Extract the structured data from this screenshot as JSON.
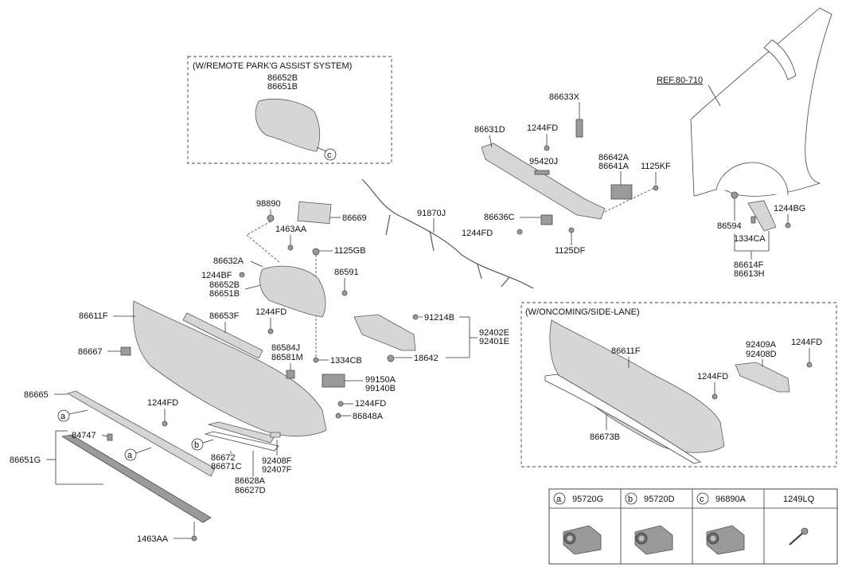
{
  "boxes": {
    "remote_park": "(W/REMOTE PARK'G ASSIST SYSTEM)",
    "oncoming": "(W/ONCOMING/SIDE-LANE)"
  },
  "ref_label": "REF.80-710",
  "labels": {
    "p86652B_top": "86652B",
    "p86651B_top": "86651B",
    "p86633X": "86633X",
    "p86631D": "86631D",
    "p1244FD_a": "1244FD",
    "p95420J": "95420J",
    "p86642A": "86642A",
    "p86641A": "86641A",
    "p1125KF": "1125KF",
    "p98890": "98890",
    "p86669": "86669",
    "p91870J": "91870J",
    "p86636C": "86636C",
    "p1244FD_b": "1244FD",
    "p1125DF": "1125DF",
    "p86594": "86594",
    "p1244BG": "1244BG",
    "p1334CA": "1334CA",
    "p86614F": "86614F",
    "p86613H": "86613H",
    "p1463AA_top": "1463AA",
    "p1125GB": "1125GB",
    "p86632A": "86632A",
    "p1244BF": "1244BF",
    "p86652B": "86652B",
    "p86651B": "86651B",
    "p86591": "86591",
    "p86611F": "86611F",
    "p86653F": "86653F",
    "p1244FD_c": "1244FD",
    "p91214B": "91214B",
    "p92402E": "92402E",
    "p92401E": "92401E",
    "p18642": "18642",
    "p86667": "86667",
    "p86584J": "86584J",
    "p86581M": "86581M",
    "p1334CB": "1334CB",
    "p99150A": "99150A",
    "p99140B": "99140B",
    "p86665": "86665",
    "p1244FD_d": "1244FD",
    "p1244FD_e": "1244FD",
    "p86848A": "86848A",
    "p84747": "84747",
    "p86651G": "86651G",
    "p86672": "86672",
    "p86671C": "86671C",
    "p92408F": "92408F",
    "p92407F": "92407F",
    "p86628A": "86628A",
    "p86627D": "86627D",
    "p1463AA_bottom": "1463AA",
    "p86611F_b": "86611F",
    "p92409A": "92409A",
    "p92408D": "92408D",
    "p1244FD_f": "1244FD",
    "p1244FD_g": "1244FD",
    "p86673B": "86673B"
  },
  "callouts": {
    "a": "a",
    "b": "b",
    "c": "c"
  },
  "table": {
    "columns": [
      {
        "letter": "a",
        "part": "95720G"
      },
      {
        "letter": "b",
        "part": "95720D"
      },
      {
        "letter": "c",
        "part": "96890A"
      },
      {
        "letter": "",
        "part": "1249LQ"
      }
    ]
  },
  "colors": {
    "part_fill": "#d6d6d6",
    "part_dark": "#9a9a9a",
    "line": "#333333"
  }
}
